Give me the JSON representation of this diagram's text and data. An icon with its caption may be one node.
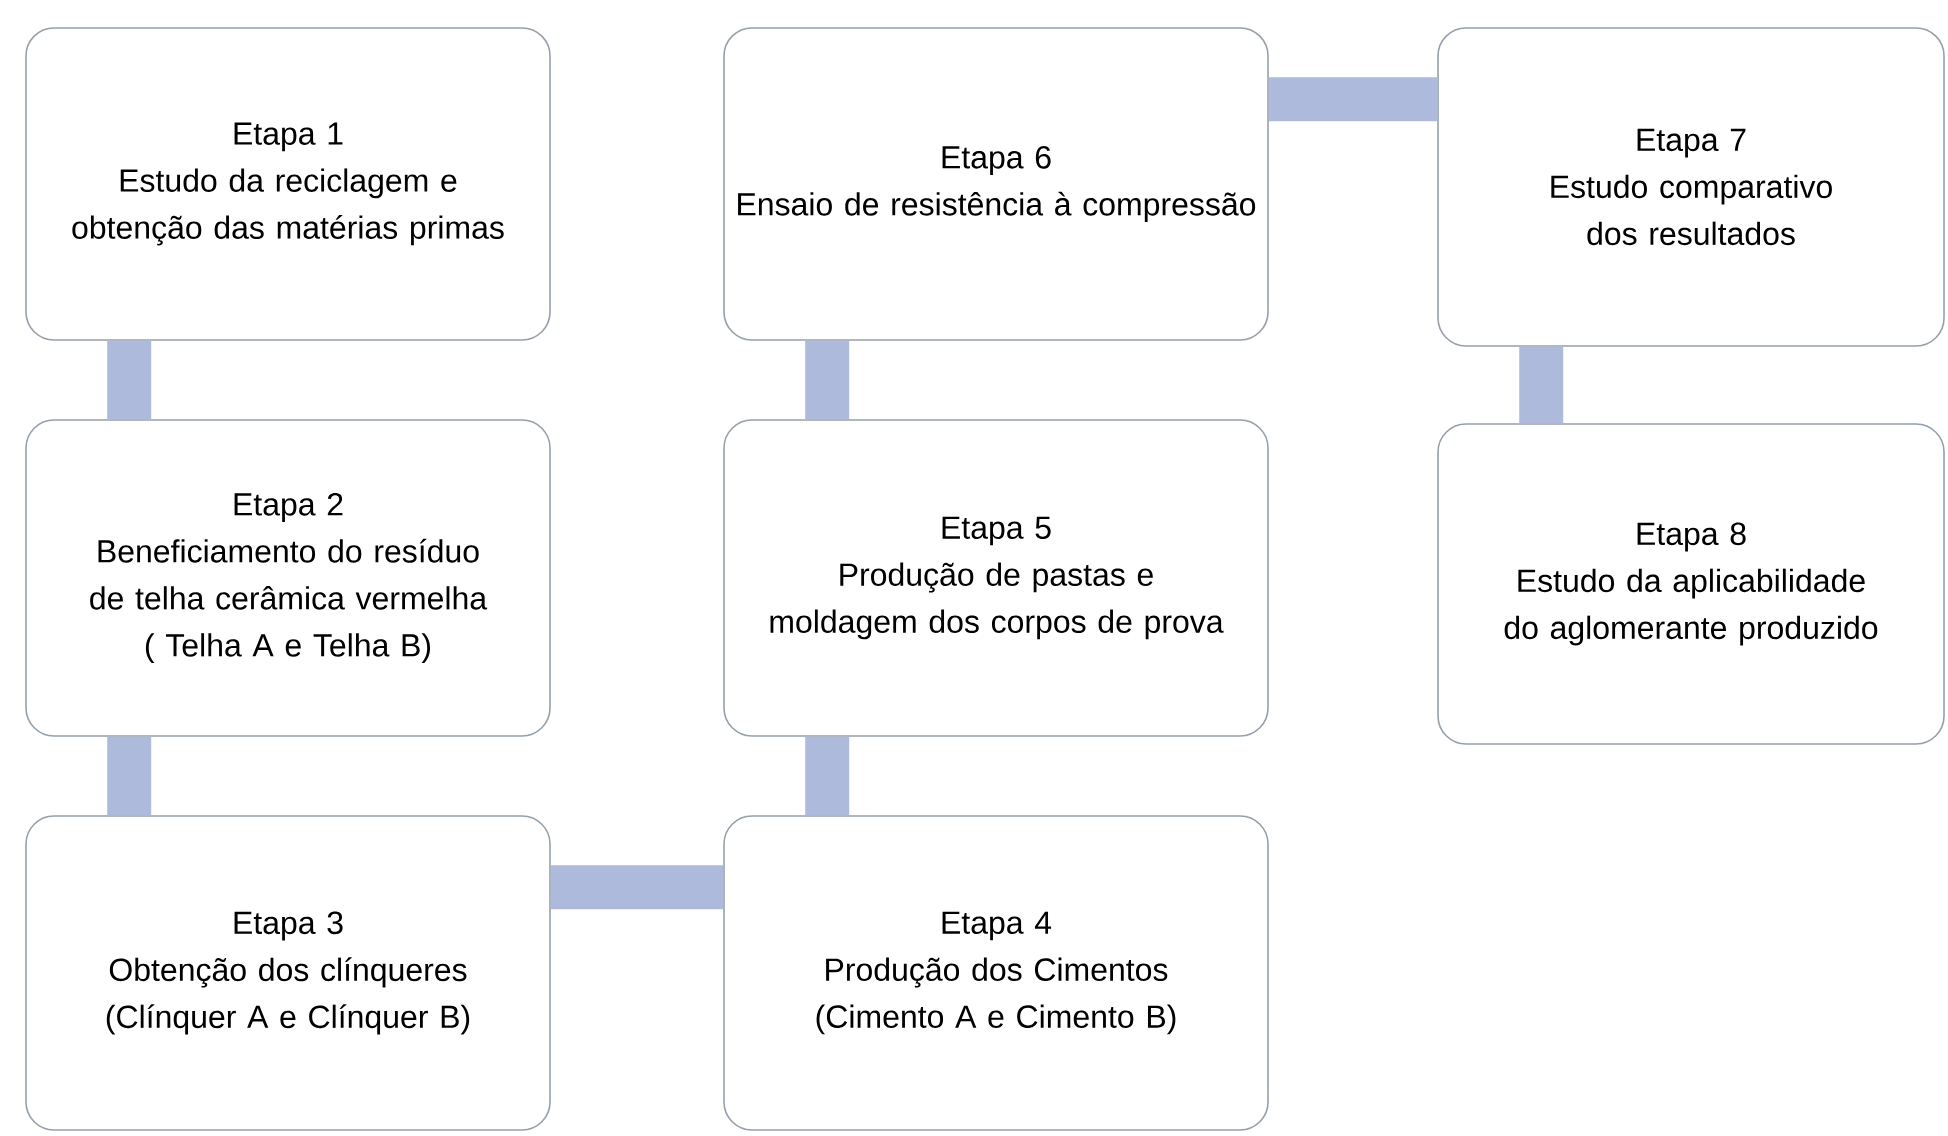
{
  "diagram": {
    "nodes": [
      {
        "text": [
          "Etapa 1",
          "Estudo da reciclagem e obtenção das matérias primas"
        ]
      },
      {
        "text": [
          "Etapa 2",
          "Beneficiamento do resíduo de telha cerâmica vermelha ( Telha A e Telha B)"
        ]
      },
      {
        "text": [
          "Etapa 3",
          "Obtenção dos clínqueres (Clínquer A e Clínquer B)"
        ]
      },
      {
        "text": [
          "Etapa 4",
          "Produção dos Cimentos (Cimento A e Cimento B)"
        ]
      },
      {
        "text": [
          "Etapa 5",
          "Produção de pastas e moldagem dos corpos de prova"
        ]
      },
      {
        "text": [
          "Etapa 6",
          "Ensaio de resistência à compressão"
        ]
      },
      {
        "text": [
          "Etapa 7",
          "Estudo comparativo dos resultados"
        ]
      },
      {
        "text": [
          "Etapa 8",
          "Estudo da aplicabilidade do aglomerante produzido"
        ]
      }
    ],
    "edges": [
      {
        "from": 0,
        "to": 1,
        "arrow": "none"
      },
      {
        "from": 1,
        "to": 2,
        "arrow": "none"
      },
      {
        "from": 2,
        "to": 3,
        "arrow": "none"
      },
      {
        "from": 3,
        "to": 4,
        "arrow": "none"
      },
      {
        "from": 4,
        "to": 5,
        "arrow": "none"
      },
      {
        "from": 5,
        "to": 6,
        "arrow": "none"
      },
      {
        "from": 6,
        "to": 7,
        "arrow": "none"
      }
    ]
  }
}
